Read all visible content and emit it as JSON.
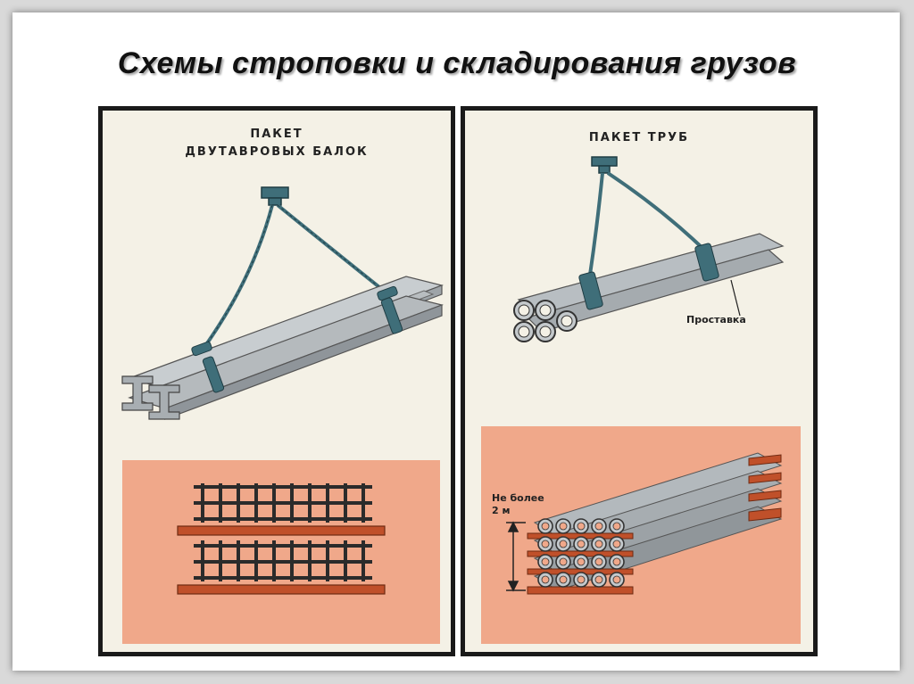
{
  "slide": {
    "title": "Схемы строповки и складирования грузов"
  },
  "left_panel": {
    "title_line1": "ПАКЕТ",
    "title_line2": "ДВУТАВРОВЫХ БАЛОК"
  },
  "right_panel": {
    "title": "ПАКЕТ ТРУБ",
    "spacer_label": "Проставка",
    "height_label_line1": "Не более",
    "height_label_line2": "2 м"
  },
  "colors": {
    "panel_bg": "#f4f1e6",
    "storage_bg": "#f0a88a",
    "steel": "#a8aeb2",
    "sling": "#3f6e79",
    "timber": "#c0502a"
  }
}
